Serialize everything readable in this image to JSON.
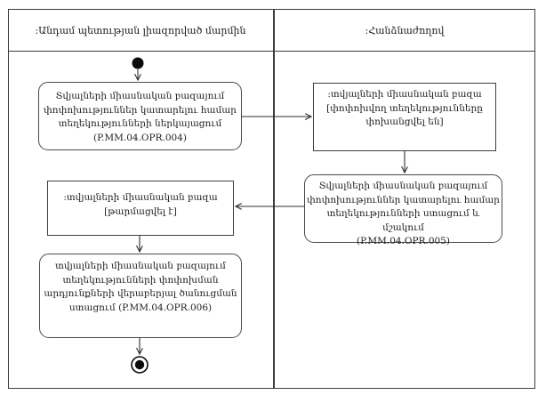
{
  "diagram": {
    "type": "uml-activity-swimlane",
    "lanes": [
      {
        "id": "member-state-authorized-body",
        "title": ":Անդամ պետության լիազորված մարմին"
      },
      {
        "id": "commission",
        "title": ":Հանձնաժողով"
      }
    ],
    "nodes": {
      "initial": {
        "type": "initial-node",
        "lane": 0
      },
      "action1": {
        "type": "action",
        "lane": 0,
        "text": "Տվյալների միասնական բազայում\nփոփոխություններ կատարելու համար\nտեղեկությունների ներկայացում\n(P.MM.04.OPR.004)",
        "code": "P.MM.04.OPR.004"
      },
      "object1": {
        "type": "object-node",
        "lane": 1,
        "text": ":տվյալների միասնական բազա\n[փոփոխվող տեղեկությունները\nփոխանցվել են]"
      },
      "action2": {
        "type": "action",
        "lane": 1,
        "text": "Տվյալների միասնական բազայում\nփոփոխություններ կատարելու համար\nտեղեկությունների ստացում և մշակում\n(P.MM.04.OPR.005)",
        "code": "P.MM.04.OPR.005"
      },
      "object2": {
        "type": "object-node",
        "lane": 0,
        "text": ":տվյալների միասնական բազա\n[թարմացվել է]"
      },
      "action3": {
        "type": "action",
        "lane": 0,
        "text": "տվյալների միասնական բազայում\nտեղեկությունների փոփոխման\nարդյունքների վերաբերյալ ծանուցման\nստացում (P.MM.04.OPR.006)",
        "code": "P.MM.04.OPR.006"
      },
      "final": {
        "type": "activity-final-node",
        "lane": 0
      }
    },
    "flows": [
      "initial -> action1",
      "action1 -> object1",
      "object1 -> action2",
      "action2 -> object2",
      "object2 -> action3",
      "action3 -> final"
    ],
    "colors": {
      "background": "#ffffff",
      "line": "#3c3c3c",
      "text": "#1c1c1c",
      "node_fill": "#000000"
    }
  }
}
